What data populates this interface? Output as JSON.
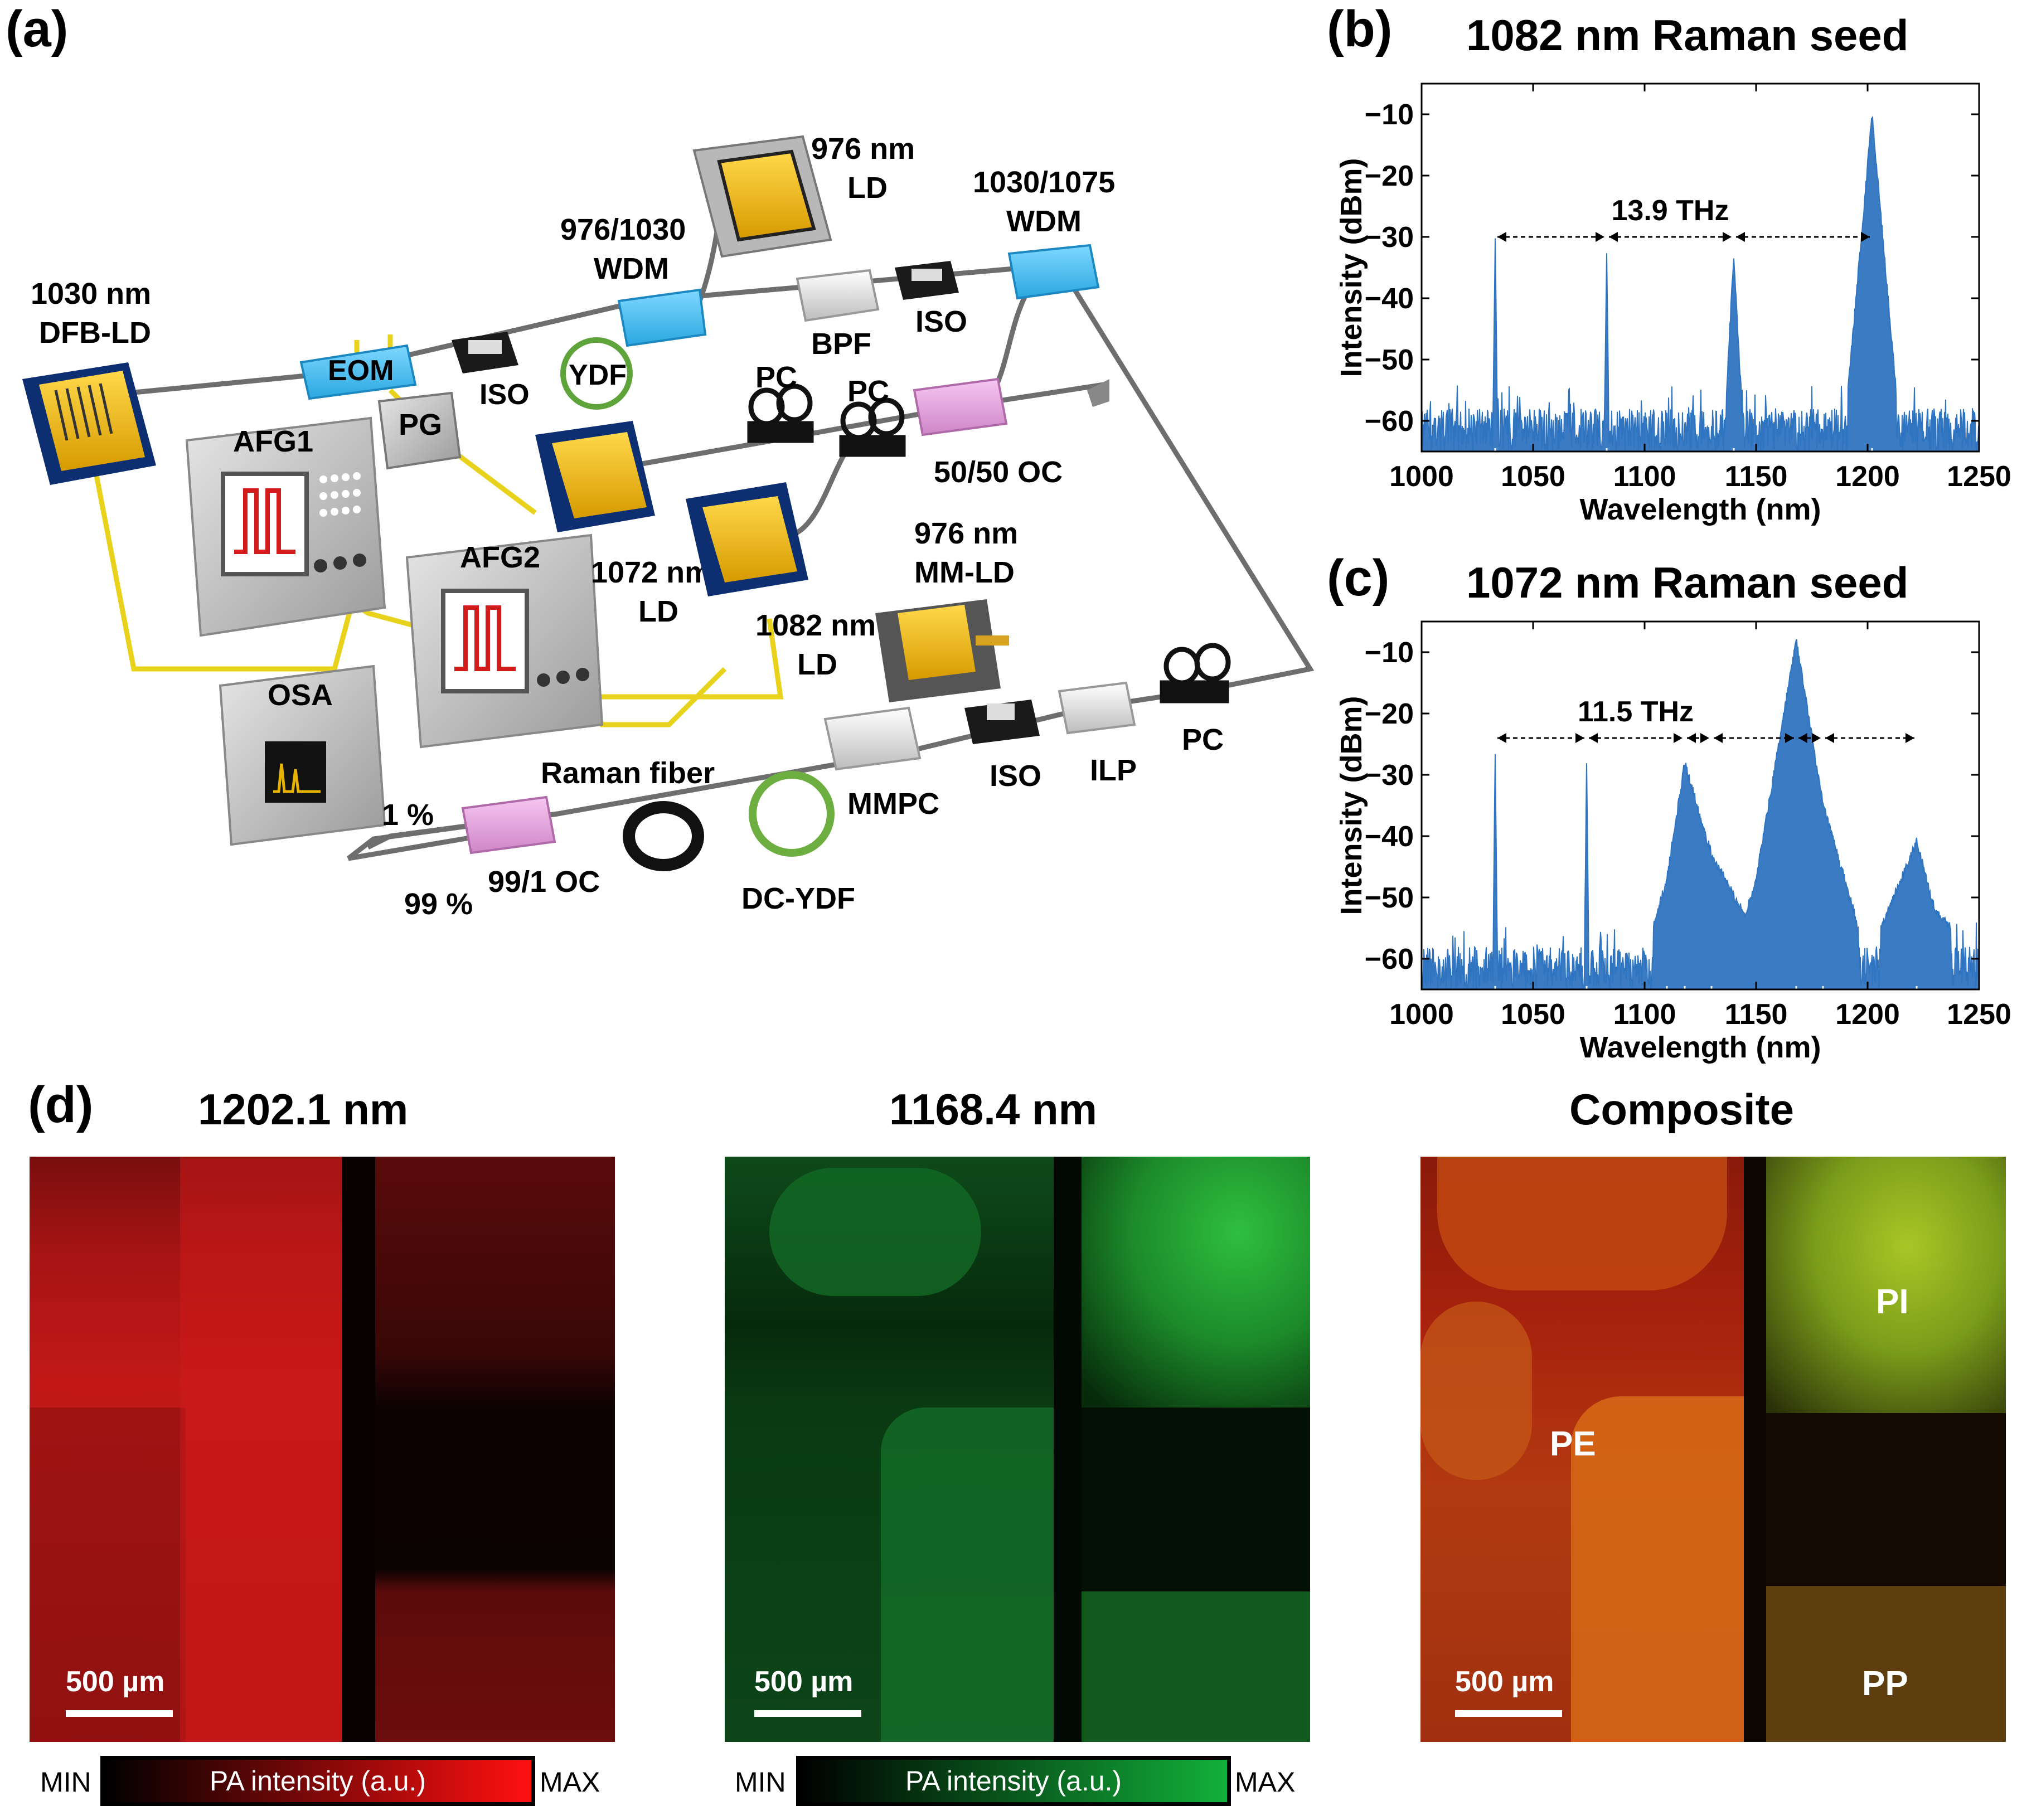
{
  "panels": {
    "a": {
      "label": "(a)"
    },
    "b": {
      "label": "(b)",
      "title": "1082 nm Raman seed"
    },
    "c": {
      "label": "(c)",
      "title": "1072 nm Raman seed"
    },
    "d": {
      "label": "(d)"
    }
  },
  "diagram": {
    "labels": {
      "dfb_ld": [
        "1030 nm",
        "DFB-LD"
      ],
      "eom": "EOM",
      "iso1": "ISO",
      "ydf": "YDF",
      "pg": "PG",
      "afg1": "AFG1",
      "afg2": "AFG2",
      "wdm1": [
        "976/1030",
        "WDM"
      ],
      "ld976": [
        "976 nm",
        "LD"
      ],
      "bpf": "BPF",
      "iso2": "ISO",
      "wdm2": [
        "1030/1075",
        "WDM"
      ],
      "pc1": "PC",
      "pc2": "PC",
      "oc5050": "50/50 OC",
      "ld1072": [
        "1072 nm",
        "LD"
      ],
      "ld1082": [
        "1082 nm",
        "LD"
      ],
      "mmld": [
        "976 nm",
        "MM-LD"
      ],
      "osa": "OSA",
      "raman_fiber": "Raman fiber",
      "mmpc": "MMPC",
      "iso3": "ISO",
      "ilp": "ILP",
      "pc3": "PC",
      "one_pct": "1 %",
      "oc991": "99/1 OC",
      "ninety_nine_pct": "99 %",
      "dc_ydf": "DC-YDF"
    }
  },
  "chart_data": [
    {
      "type": "line",
      "title": "1082 nm Raman seed",
      "xlabel": "Wavelength (nm)",
      "ylabel": "Intensity (dBm)",
      "xlim": [
        1000,
        1250
      ],
      "ylim": [
        -65,
        -5
      ],
      "xticks": [
        1000,
        1050,
        1100,
        1150,
        1200,
        1250
      ],
      "yticks": [
        -10,
        -20,
        -30,
        -40,
        -50,
        -60
      ],
      "series": [
        {
          "x": [
            1000,
            1032,
            1033,
            1034,
            1082,
            1083,
            1084,
            1136,
            1140,
            1144,
            1190,
            1202,
            1214,
            1250
          ],
          "y": [
            -60,
            -60,
            -30,
            -60,
            -60,
            -33,
            -60,
            -60,
            -33,
            -60,
            -60,
            -10,
            -60,
            -60
          ]
        }
      ],
      "annotation": "13.9 THz",
      "color": "#2f74c0"
    },
    {
      "type": "line",
      "title": "1072 nm Raman seed",
      "xlabel": "Wavelength (nm)",
      "ylabel": "Intensity (dBm)",
      "xlim": [
        1000,
        1250
      ],
      "ylim": [
        -65,
        -5
      ],
      "xticks": [
        1000,
        1050,
        1100,
        1150,
        1200,
        1250
      ],
      "yticks": [
        -10,
        -20,
        -30,
        -40,
        -50,
        -60
      ],
      "series": [
        {
          "x": [
            1000,
            1032,
            1033,
            1034,
            1073,
            1074,
            1075,
            1100,
            1110,
            1118,
            1130,
            1145,
            1150,
            1168,
            1180,
            1200,
            1222,
            1230,
            1250
          ],
          "y": [
            -60,
            -60,
            -26,
            -60,
            -60,
            -28,
            -60,
            -60,
            -47,
            -28,
            -43,
            -53,
            -47,
            -8,
            -35,
            -60,
            -41,
            -52,
            -60
          ]
        }
      ],
      "annotation": "11.5 THz",
      "color": "#2f74c0"
    }
  ],
  "images": [
    {
      "title": "1202.1 nm",
      "scale": "500 µm",
      "colorbar": {
        "min": "MIN",
        "max": "MAX",
        "label": "PA intensity (a.u.)",
        "color": "#ff1010"
      }
    },
    {
      "title": "1168.4 nm",
      "scale": "500 µm",
      "colorbar": {
        "min": "MIN",
        "max": "MAX",
        "label": "PA intensity (a.u.)",
        "color": "#12b03a"
      }
    },
    {
      "title": "Composite",
      "scale": "500 µm",
      "regions": {
        "pi": "PI",
        "pe": "PE",
        "pp": "PP"
      }
    }
  ]
}
